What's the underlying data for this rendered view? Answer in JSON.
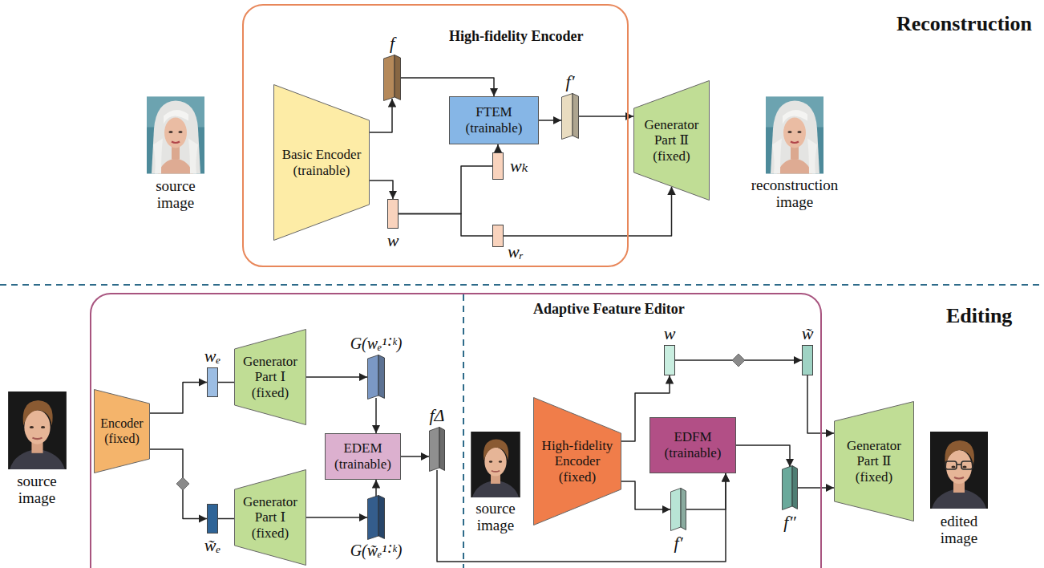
{
  "diagram": {
    "nodes": [
      {
        "text": [
          "High-fidelity Encoder"
        ]
      },
      {
        "text": [
          "Basic Encoder (trainable)"
        ],
        "in": 0
      },
      {
        "text": [
          "f"
        ],
        "in": 0
      },
      {
        "text": [
          "w"
        ],
        "in": 0
      },
      {
        "text": [
          "FTEM (trainable)"
        ],
        "in": 0
      },
      {
        "text": [
          "wₖ"
        ],
        "in": 0
      },
      {
        "text": [
          "wᵣ"
        ],
        "in": 0
      },
      {
        "text": [
          "f′"
        ],
        "in": 0
      },
      {
        "text": [
          "Generator Part Ⅱ (fixed)"
        ]
      },
      {
        "text": [
          "Adaptive Feature Editor"
        ]
      },
      {
        "text": [
          "Encoder (fixed)"
        ],
        "in": 9
      },
      {
        "text": [
          "wₑ"
        ],
        "in": 9
      },
      {
        "text": [
          "w̃ₑ"
        ],
        "in": 9
      },
      {
        "text": [
          "Generator Part Ⅰ (fixed)"
        ],
        "in": 9
      },
      {
        "text": [
          "Generator Part Ⅰ (fixed)"
        ],
        "in": 9
      },
      {
        "text": [
          "G(wₑ¹˸ᵏ)"
        ],
        "in": 9
      },
      {
        "text": [
          "G(w̃ₑ¹˸ᵏ)"
        ],
        "in": 9
      },
      {
        "text": [
          "EDEM (trainable)"
        ],
        "in": 9
      },
      {
        "text": [
          "fΔ"
        ],
        "in": 9
      },
      {
        "text": [
          "High-fidelity Encoder (fixed)"
        ],
        "in": 9
      },
      {
        "text": [
          "w"
        ],
        "in": 9
      },
      {
        "text": [
          "w̃"
        ],
        "in": 9
      },
      {
        "text": [
          "EDFM (trainable)"
        ],
        "in": 9
      },
      {
        "text": [
          "f′"
        ],
        "in": 9
      },
      {
        "text": [
          "f″"
        ],
        "in": 9
      },
      {
        "text": [
          "Generator Part Ⅱ (fixed)"
        ]
      }
    ],
    "edges": [
      {
        "from": 1,
        "to": 2,
        "arrow": "to"
      },
      {
        "from": 1,
        "to": 3,
        "arrow": "to"
      },
      {
        "from": 2,
        "to": 4,
        "arrow": "to"
      },
      {
        "from": 3,
        "to": 5,
        "arrow": "none"
      },
      {
        "from": 3,
        "to": 6,
        "arrow": "none"
      },
      {
        "from": 5,
        "to": 4,
        "arrow": "to"
      },
      {
        "from": 4,
        "to": 7,
        "arrow": "to"
      },
      {
        "from": 7,
        "to": 8,
        "arrow": "to"
      },
      {
        "from": 6,
        "to": 8,
        "arrow": "to"
      },
      {
        "from": 10,
        "to": 11,
        "arrow": "to"
      },
      {
        "from": 10,
        "to": 12,
        "arrow": "to"
      },
      {
        "from": 11,
        "to": 13,
        "arrow": "none"
      },
      {
        "from": 12,
        "to": 14,
        "arrow": "none"
      },
      {
        "from": 13,
        "to": 15,
        "arrow": "to"
      },
      {
        "from": 14,
        "to": 16,
        "arrow": "to"
      },
      {
        "from": 15,
        "to": 17,
        "arrow": "to"
      },
      {
        "from": 16,
        "to": 17,
        "arrow": "to"
      },
      {
        "from": 17,
        "to": 18,
        "arrow": "to"
      },
      {
        "from": 18,
        "to": 22,
        "arrow": "to"
      },
      {
        "from": 19,
        "to": 20,
        "arrow": "to"
      },
      {
        "from": 19,
        "to": 23,
        "arrow": "to"
      },
      {
        "from": 20,
        "to": 21,
        "arrow": "to"
      },
      {
        "from": 23,
        "to": 22,
        "arrow": "to"
      },
      {
        "from": 22,
        "to": 24,
        "arrow": "to"
      },
      {
        "from": 21,
        "to": 25,
        "arrow": "to"
      },
      {
        "from": 24,
        "to": 25,
        "arrow": "to"
      }
    ],
    "labels": [
      "Reconstruction",
      "source image",
      "reconstruction image",
      "Editing",
      "source image",
      "source image",
      "edited image"
    ]
  }
}
